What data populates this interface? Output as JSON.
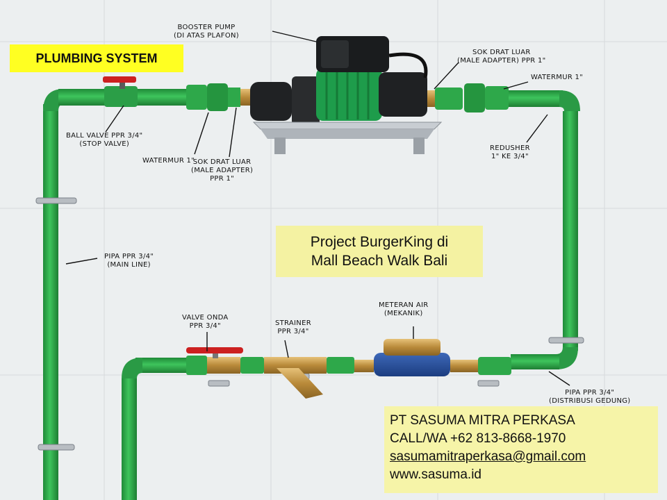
{
  "title": "PLUMBING SYSTEM",
  "project": {
    "line1": "Project BurgerKing di",
    "line2": "Mall Beach Walk Bali"
  },
  "company": {
    "name": "PT SASUMA MITRA PERKASA",
    "phone": "CALL/WA +62 813-8668-1970",
    "email": "sasumamitraperkasa@gmail.com",
    "website": "www.sasuma.id"
  },
  "labels": {
    "booster_pump": [
      "BOOSTER PUMP",
      "(DI ATAS PLAFON)"
    ],
    "sok_drat_top": [
      "SOK DRAT LUAR",
      "(MALE ADAPTER) PPR 1\""
    ],
    "watermur_right": [
      "WATERMUR 1\""
    ],
    "ball_valve": [
      "BALL VALVE PPR 3/4\"",
      "(STOP VALVE)"
    ],
    "watermur_left": [
      "WATERMUR 1\""
    ],
    "sok_drat_bottom": [
      "SOK DRAT LUAR",
      "(MALE ADAPTER)",
      "PPR 1\""
    ],
    "redusher": [
      "REDUSHER",
      "1\" KE 3/4\""
    ],
    "pipa_main": [
      "PIPA PPR 3/4\"",
      "(MAIN LINE)"
    ],
    "valve_onda": [
      "VALVE ONDA",
      "PPR 3/4\""
    ],
    "strainer": [
      "STRAINER",
      "PPR 3/4\""
    ],
    "meteran": [
      "METERAN AIR",
      "(MEKANIK)"
    ],
    "pipa_distribusi": [
      "PIPA PPR 3/4\"",
      "(DISTRIBUSI GEDUNG)"
    ]
  },
  "colors": {
    "pipe": "#2fa84a",
    "title_bg": "#ffff22",
    "project_bg": "#f4f2a2",
    "company_bg": "#f6f4a8",
    "wall": "#eceff0"
  }
}
